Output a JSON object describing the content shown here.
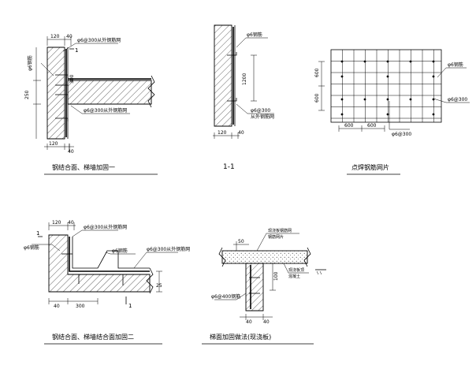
{
  "detail1": {
    "title": "钢结合面、梯墙加固一",
    "dim_top_a": "120",
    "dim_top_b": "40",
    "dim_left": "250",
    "dim_mid": "300",
    "dim_bottom": "120",
    "dim_bottom_b": "40",
    "section_mark": "1",
    "note_bar_left": "φ6钢筋",
    "note_top": "φ6@300从外钢筋网",
    "note_bottom": "φ6@300从外钢筋网"
  },
  "detail2": {
    "title": "1-1",
    "dim_height": "1200",
    "note_top": "φ6钢筋",
    "note_bottom_1": "φ6@300",
    "note_bottom_2": "从外钢筋网",
    "dim_bottom": "120",
    "dim_bottom_b": "40"
  },
  "detail3": {
    "title": "点焊钢筋网片",
    "dim_left_1": "600",
    "dim_left_2": "600",
    "dim_bottom_1": "600",
    "dim_bottom_2": "600",
    "note_right_top": "φ6钢筋",
    "note_right_mid": "φ6@300",
    "note_bottom": "φ6@300"
  },
  "detail4": {
    "title": "钢结合面、梯墙结合面加固二",
    "dim_top_a": "120",
    "dim_top_b": "40",
    "note_top": "φ6@300从外钢筋网",
    "note_left": "φ6钢筋",
    "note_mid": "φ6钢筋",
    "note_right": "φ6@300从外钢筋网",
    "dim_right": "25",
    "dim_bottom_a": "40",
    "dim_bottom_b": "300",
    "section_mark": "1"
  },
  "detail5": {
    "title": "梯面加固做法(现浇板)",
    "dim_top": "50",
    "dim_right": "100",
    "note_top_1": "现浇板钢筋网",
    "note_top_2": "钢筋网片",
    "note_right": "现浇板顶",
    "note_right_2": "混凝土",
    "note_left": "φ6@400钢筋",
    "dim_bottom": "40",
    "dim_bottom_2": "40"
  }
}
